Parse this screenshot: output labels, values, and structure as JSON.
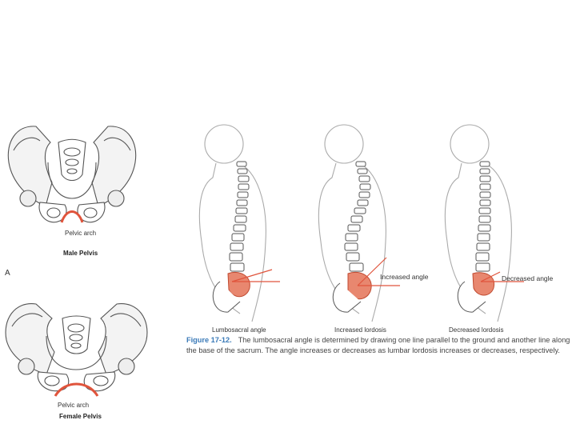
{
  "panel_a": {
    "letter": "A",
    "male": {
      "arch_label": "Pelvic arch",
      "title": "Male Pelvis"
    },
    "female": {
      "arch_label": "Pelvic arch",
      "title": "Female Pelvis"
    }
  },
  "spines": [
    {
      "bottom_label": "Lumbosacral angle",
      "side_label": ""
    },
    {
      "bottom_label": "Increased lordosis",
      "side_label": "Increased angle"
    },
    {
      "bottom_label": "Decreased lordosis",
      "side_label": "Decreased angle"
    }
  ],
  "caption": {
    "figure_number": "Figure 17-12.",
    "text": "The lumbosacral angle is determined by drawing one line parallel to the ground and another line along the base of the sacrum. The angle increases or decreases as lumbar lordosis increases or decreases, respectively."
  },
  "colors": {
    "highlight": "#e0543c",
    "line": "#555555",
    "shade": "#d6d6d6",
    "accent_blue": "#3a7ab8"
  }
}
